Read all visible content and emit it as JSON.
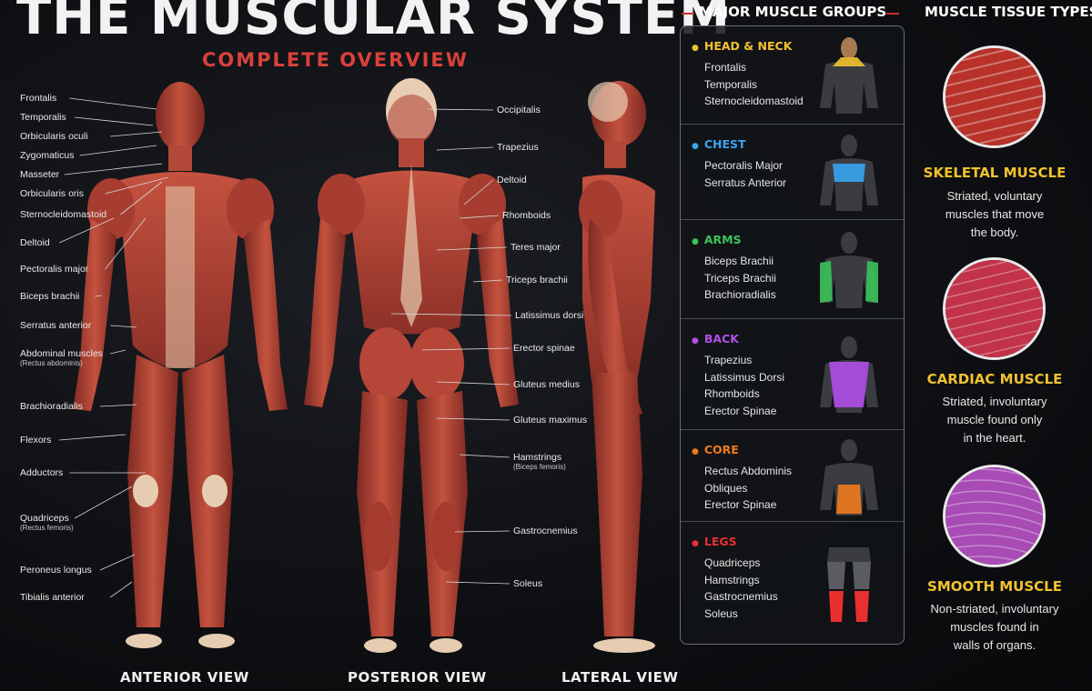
{
  "title": "THE MUSCULAR SYSTEM",
  "subtitle": "COMPLETE OVERVIEW",
  "colors": {
    "accent_red": "#d9413a",
    "muscle": "#b9463a",
    "tendon": "#e9d2b8",
    "tissue_title": "#f2c230"
  },
  "anterior": {
    "caption": "ANTERIOR VIEW",
    "labels": [
      {
        "text": "Frontalis"
      },
      {
        "text": "Temporalis"
      },
      {
        "text": "Orbicularis oculi"
      },
      {
        "text": "Zygomaticus"
      },
      {
        "text": "Masseter"
      },
      {
        "text": "Orbicularis oris"
      },
      {
        "text": "Sternocleidomastoid"
      },
      {
        "text": "Deltoid"
      },
      {
        "text": "Pectoralis major"
      },
      {
        "text": "Biceps brachii"
      },
      {
        "text": "Serratus anterior"
      },
      {
        "text": "Abdominal muscles",
        "sub": "(Rectus abdominis)"
      },
      {
        "text": "Brachioradialis"
      },
      {
        "text": "Flexors"
      },
      {
        "text": "Adductors"
      },
      {
        "text": "Quadriceps",
        "sub": "(Rectus femoris)"
      },
      {
        "text": "Peroneus longus"
      },
      {
        "text": "Tibialis anterior"
      }
    ]
  },
  "posterior": {
    "caption": "POSTERIOR VIEW",
    "labels": [
      {
        "text": "Occipitalis"
      },
      {
        "text": "Trapezius"
      },
      {
        "text": "Deltoid"
      },
      {
        "text": "Rhomboids"
      },
      {
        "text": "Teres major"
      },
      {
        "text": "Triceps brachii"
      },
      {
        "text": "Latissimus dorsi"
      },
      {
        "text": "Erector spinae"
      },
      {
        "text": "Gluteus medius"
      },
      {
        "text": "Gluteus maximus"
      },
      {
        "text": "Hamstrings",
        "sub": "(Biceps femoris)"
      },
      {
        "text": "Gastrocnemius"
      },
      {
        "text": "Soleus"
      }
    ]
  },
  "lateral": {
    "caption": "LATERAL VIEW"
  },
  "groups": {
    "header": "MAJOR MUSCLE GROUPS",
    "items": [
      {
        "name": "HEAD & NECK",
        "color": "#f2c230",
        "items": [
          "Frontalis",
          "Temporalis",
          "Sternocleidomastoid"
        ],
        "icon": "head-neck-torso-icon"
      },
      {
        "name": "CHEST",
        "color": "#3aa3f0",
        "items": [
          "Pectoralis Major",
          "Serratus Anterior"
        ],
        "icon": "chest-torso-icon"
      },
      {
        "name": "ARMS",
        "color": "#3cc35a",
        "items": [
          "Biceps Brachii",
          "Triceps Brachii",
          "Brachioradialis"
        ],
        "icon": "arms-torso-icon"
      },
      {
        "name": "BACK",
        "color": "#b04ee8",
        "items": [
          "Trapezius",
          "Latissimus Dorsi",
          "Rhomboids",
          "Erector Spinae"
        ],
        "icon": "back-torso-icon"
      },
      {
        "name": "CORE",
        "color": "#f07a1e",
        "items": [
          "Rectus Abdominis",
          "Obliques",
          "Erector Spinae"
        ],
        "icon": "core-torso-icon"
      },
      {
        "name": "LEGS",
        "color": "#e83030",
        "items": [
          "Quadriceps",
          "Hamstrings",
          "Gastrocnemius",
          "Soleus"
        ],
        "icon": "legs-icon"
      }
    ]
  },
  "tissue": {
    "header": "MUSCLE TISSUE TYPES",
    "types": [
      {
        "name": "SKELETAL MUSCLE",
        "lines": [
          "Striated, voluntary",
          "muscles that move",
          "the body."
        ],
        "color": "#b8322a",
        "icon": "skeletal-tissue-icon"
      },
      {
        "name": "CARDIAC MUSCLE",
        "lines": [
          "Striated, involuntary",
          "muscle found only",
          "in the heart."
        ],
        "color": "#c2334a",
        "icon": "cardiac-tissue-icon"
      },
      {
        "name": "SMOOTH MUSCLE",
        "lines": [
          "Non-striated, involuntary",
          "muscles found in",
          "walls of organs."
        ],
        "color": "#a84bb5",
        "icon": "smooth-tissue-icon"
      }
    ]
  }
}
